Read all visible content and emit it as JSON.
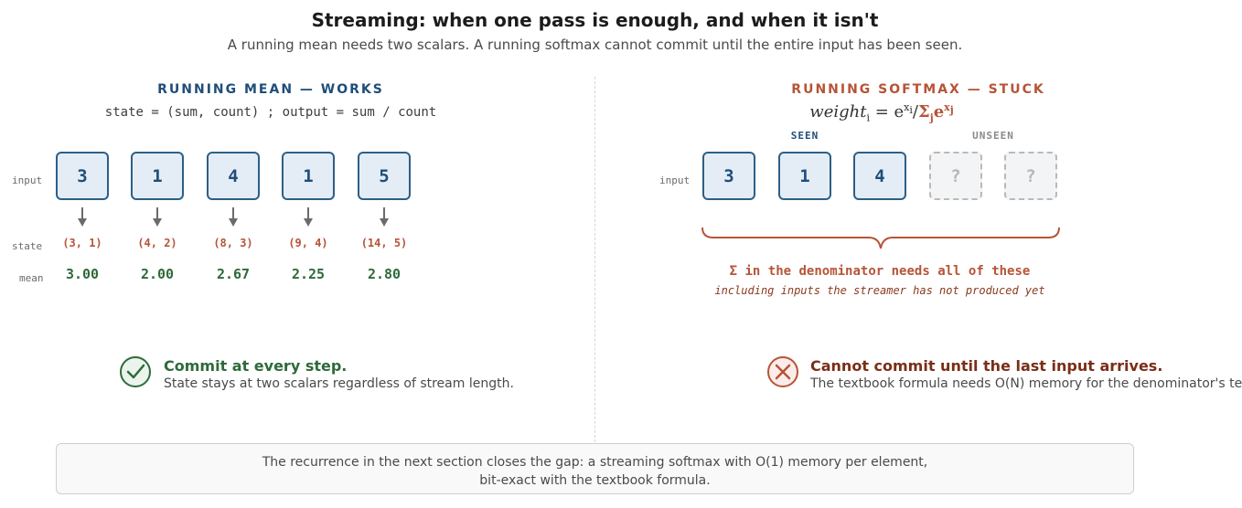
{
  "header": {
    "title": "Streaming: when one pass is enough, and when it isn't",
    "subtitle": "A running mean needs two scalars. A running softmax cannot commit until the entire input has been seen."
  },
  "left": {
    "title": "RUNNING MEAN — WORKS",
    "formula": "state = (sum, count) ; output = sum / count",
    "row_labels": {
      "input": "input",
      "state": "state",
      "mean": "mean"
    },
    "inputs": [
      "3",
      "1",
      "4",
      "1",
      "5"
    ],
    "states": [
      "(3, 1)",
      "(4, 2)",
      "(8, 3)",
      "(9, 4)",
      "(14, 5)"
    ],
    "means": [
      "3.00",
      "2.00",
      "2.67",
      "2.25",
      "2.80"
    ],
    "verdict": {
      "heading": "Commit at every step.",
      "text": "State stays at two scalars regardless of stream length."
    }
  },
  "right": {
    "title": "RUNNING SOFTMAX — STUCK",
    "formula": {
      "lhs": "weight",
      "lhs_sub": "i",
      "equals": " = ",
      "num_base": "e",
      "num_sup": "x",
      "num_sup_sub": "i",
      "slash": "/",
      "sigma": "Σ",
      "sigma_sub": "j",
      "den_base": "e",
      "den_sup": "x",
      "den_sup_sub": "j"
    },
    "seen_label": "SEEN",
    "unseen_label": "UNSEEN",
    "input_label": "input",
    "inputs": [
      {
        "value": "3",
        "seen": true
      },
      {
        "value": "1",
        "seen": true
      },
      {
        "value": "4",
        "seen": true
      },
      {
        "value": "?",
        "seen": false
      },
      {
        "value": "?",
        "seen": false
      }
    ],
    "sigma_note": "Σ in the denominator needs all of these",
    "sigma_sub_note": "including inputs the streamer has not produced yet",
    "verdict": {
      "heading": "Cannot commit until the last input arrives.",
      "text": "The textbook formula needs O(N) memory for the denominator's terms."
    }
  },
  "footer": {
    "line1": "The recurrence in the next section closes the gap: a streaming softmax with O(1) memory per element,",
    "line2": "bit-exact with the textbook formula."
  },
  "colors": {
    "blue": "#1f4e79",
    "orange": "#b65437",
    "green": "#2e6a3a",
    "box_fill": "#e4edf6",
    "unseen_fill": "#f3f4f6"
  }
}
